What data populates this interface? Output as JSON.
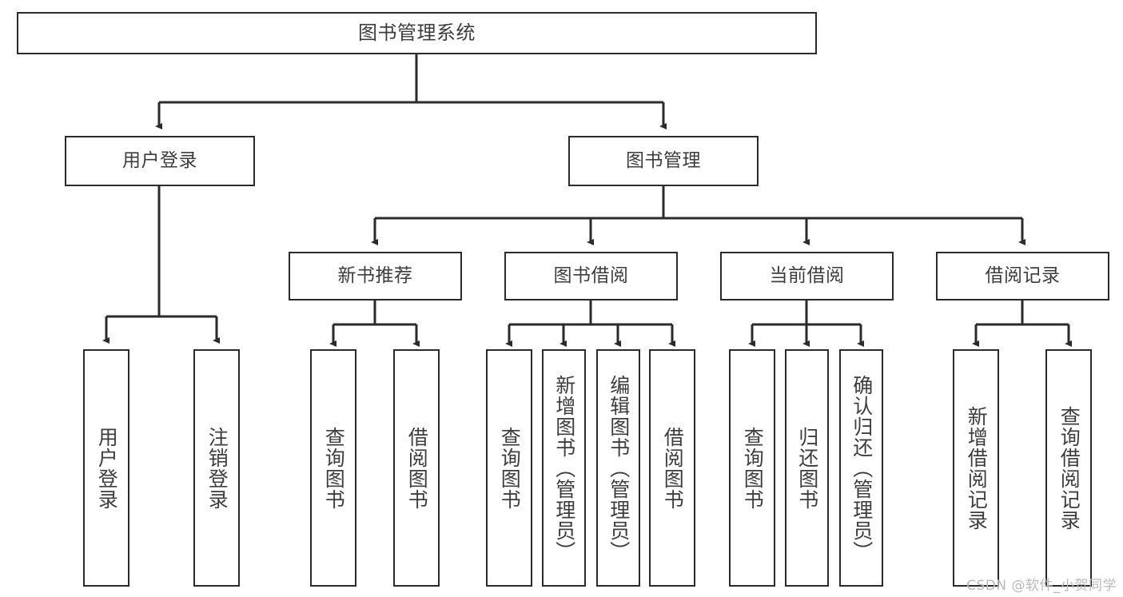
{
  "diagram": {
    "type": "tree-hierarchy-chart",
    "title": "图书管理系统",
    "line_color": "#2b2b2b",
    "box_fill": "#ffffff",
    "text_color": "#3d3d3d",
    "watermark": "CSDN @软件_小贺同学",
    "levels": [
      {
        "level": 1,
        "nodes": [
          {
            "id": "root",
            "label": "图书管理系统",
            "orientation": "horizontal"
          }
        ]
      },
      {
        "level": 2,
        "nodes": [
          {
            "id": "user-login",
            "label": "用户登录",
            "orientation": "horizontal",
            "parent": "root"
          },
          {
            "id": "book-manage",
            "label": "图书管理",
            "orientation": "horizontal",
            "parent": "root"
          }
        ]
      },
      {
        "level": 3,
        "nodes": [
          {
            "id": "new-book-recommend",
            "label": "新书推荐",
            "orientation": "horizontal",
            "parent": "book-manage"
          },
          {
            "id": "book-borrow",
            "label": "图书借阅",
            "orientation": "horizontal",
            "parent": "book-manage"
          },
          {
            "id": "current-borrow",
            "label": "当前借阅",
            "orientation": "horizontal",
            "parent": "book-manage"
          },
          {
            "id": "borrow-record",
            "label": "借阅记录",
            "orientation": "horizontal",
            "parent": "book-manage"
          }
        ]
      },
      {
        "level": 4,
        "nodes": [
          {
            "id": "leaf-user-login",
            "label": "用户登录",
            "orientation": "vertical",
            "parent": "user-login"
          },
          {
            "id": "leaf-user-logout",
            "label": "注销登录",
            "orientation": "vertical",
            "parent": "user-login"
          },
          {
            "id": "leaf-query-book-1",
            "label": "查询图书",
            "orientation": "vertical",
            "parent": "new-book-recommend"
          },
          {
            "id": "leaf-borrow-book-1",
            "label": "借阅图书",
            "orientation": "vertical",
            "parent": "new-book-recommend"
          },
          {
            "id": "leaf-query-book-2",
            "label": "查询图书",
            "orientation": "vertical",
            "parent": "book-borrow"
          },
          {
            "id": "leaf-add-book",
            "label": "新增图书（管理员）",
            "orientation": "vertical",
            "parent": "book-borrow"
          },
          {
            "id": "leaf-edit-book",
            "label": "编辑图书（管理员）",
            "orientation": "vertical",
            "parent": "book-borrow"
          },
          {
            "id": "leaf-borrow-book-2",
            "label": "借阅图书",
            "orientation": "vertical",
            "parent": "book-borrow"
          },
          {
            "id": "leaf-query-book-3",
            "label": "查询图书",
            "orientation": "vertical",
            "parent": "current-borrow"
          },
          {
            "id": "leaf-return-book",
            "label": "归还图书",
            "orientation": "vertical",
            "parent": "current-borrow"
          },
          {
            "id": "leaf-confirm-return",
            "label": "确认归还（管理员）",
            "orientation": "vertical",
            "parent": "current-borrow"
          },
          {
            "id": "leaf-add-record",
            "label": "新增借阅记录",
            "orientation": "vertical",
            "parent": "borrow-record"
          },
          {
            "id": "leaf-query-record",
            "label": "查询借阅记录",
            "orientation": "vertical",
            "parent": "borrow-record"
          }
        ]
      }
    ]
  }
}
